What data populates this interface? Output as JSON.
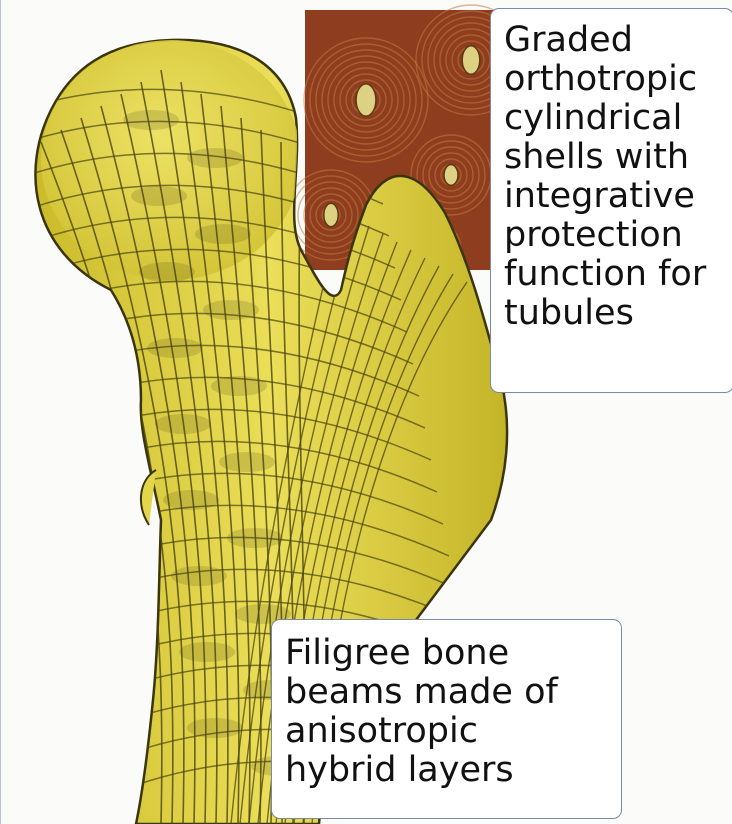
{
  "colors": {
    "bone_yellow": "#e3d64a",
    "bone_shadow": "#4a4410",
    "tissue_brown": "#8e3d1e",
    "osteon_ring": "#c47a3e",
    "canal_fill": "#ddd283",
    "callout_border": "#7a8aa3"
  },
  "callouts": {
    "top": {
      "lines": [
        "Graded",
        "orthotropic",
        "cylindrical",
        "shells with",
        "integrative",
        "protection",
        "function for",
        "tubules"
      ]
    },
    "bottom": {
      "lines": [
        "Filigree bone",
        "beams made of",
        "anisotropic",
        "hybrid layers"
      ]
    }
  }
}
